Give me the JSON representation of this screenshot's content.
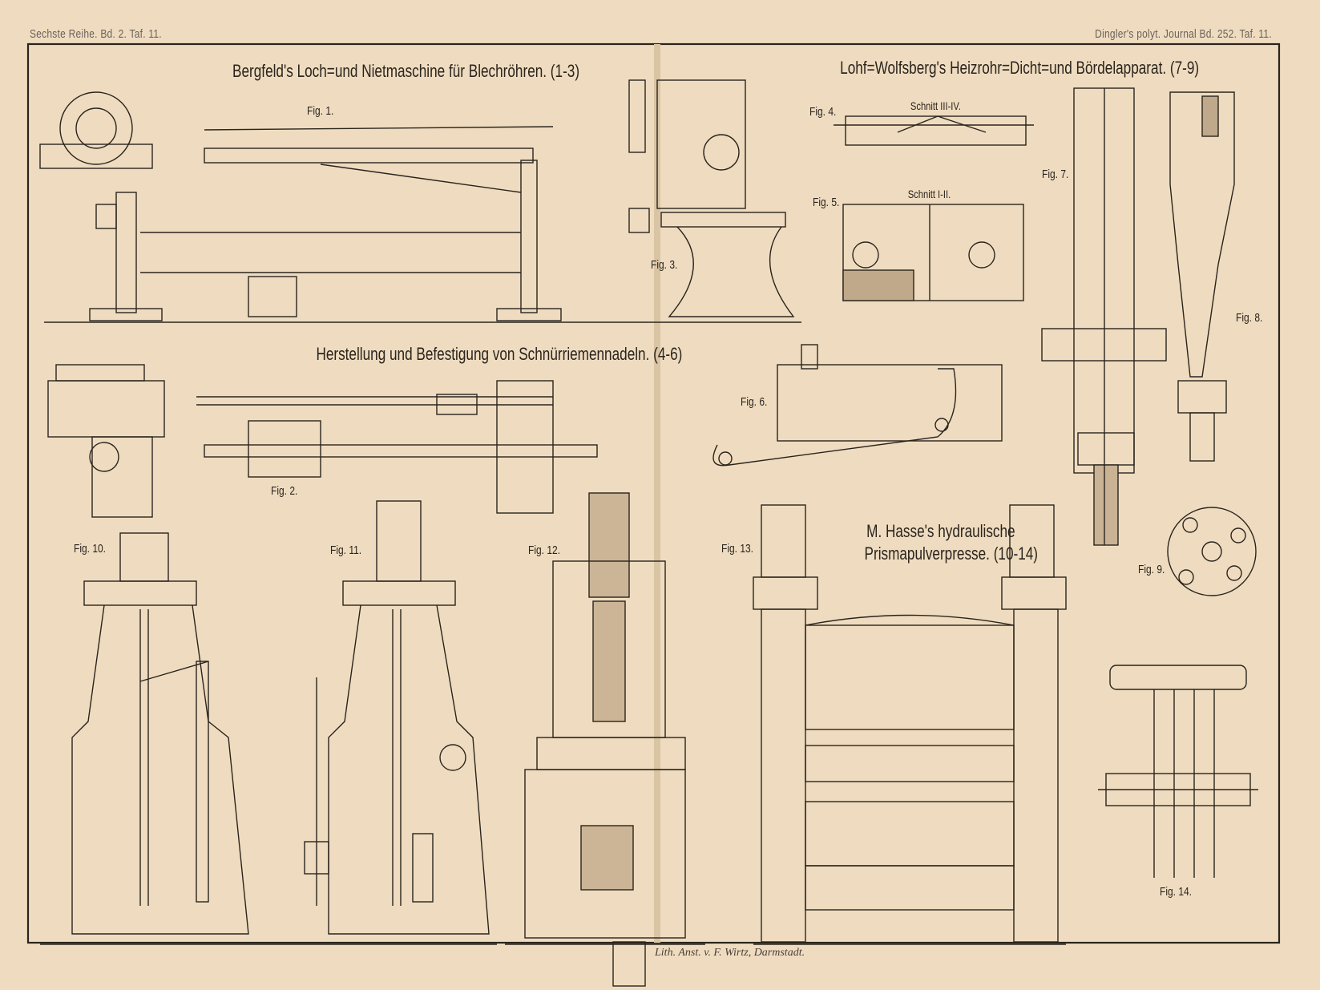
{
  "header": {
    "left": "Sechste Reihe. Bd. 2. Taf. 11.",
    "right": "Dingler's polyt. Journal Bd. 252. Taf. 11."
  },
  "titles": {
    "bergfeld": "Bergfeld's Loch=und Nietmaschine für Blechröhren. (1-3)",
    "lohf": "Lohf=Wolfsberg's Heizrohr=Dicht=und Bördelapparat. (7-9)",
    "herstellung": "Herstellung und Befestigung von Schnürriemennadeln. (4-6)",
    "hasse_line1": "M. Hasse's hydraulische",
    "hasse_line2": "Prismapulverpresse. (10-14)"
  },
  "sections": {
    "s34": "Schnitt III-IV.",
    "s12": "Schnitt I-II."
  },
  "figures": [
    "Fig. 1.",
    "Fig. 2.",
    "Fig. 3.",
    "Fig. 4.",
    "Fig. 5.",
    "Fig. 6.",
    "Fig. 7.",
    "Fig. 8.",
    "Fig. 9.",
    "Fig. 10.",
    "Fig. 11.",
    "Fig. 12.",
    "Fig. 13.",
    "Fig. 14."
  ],
  "footer": {
    "lithographer": "Lith. Anst. v. F. Wirtz, Darmstadt."
  },
  "colors": {
    "paper": "#efdcc0",
    "ink": "#2a241d"
  }
}
